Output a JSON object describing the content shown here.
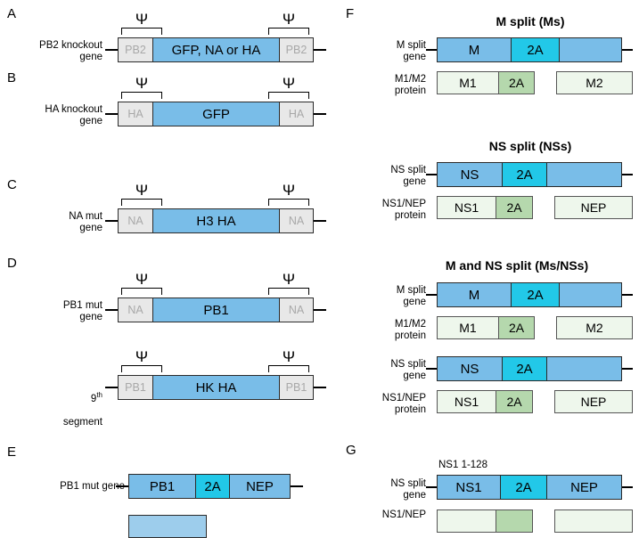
{
  "figure": {
    "type": "schematic-diagram",
    "subject": "Influenza virus engineered gene constructs",
    "panels": [
      "A",
      "B",
      "C",
      "D",
      "E",
      "F",
      "G"
    ]
  },
  "symbols": {
    "psi": "Ψ",
    "psi_name": "packaging-signal"
  },
  "colors": {
    "gene_body_blue": "#79bde8",
    "utr_grey": "#e8e8e8",
    "utr_text_grey": "#a8a8a8",
    "twoa_cyan": "#22c8e8",
    "protein_pale_green": "#eef7ec",
    "protein_twoa_green": "#b5d8ad",
    "outline": "#2b2b2b",
    "background": "#ffffff"
  },
  "panelA": {
    "letter": "A",
    "row_label": "PB2 knockout\ngene",
    "segments": [
      {
        "label": "PB2",
        "kind": "utr"
      },
      {
        "label": "GFP, NA or HA",
        "kind": "body"
      },
      {
        "label": "PB2",
        "kind": "utr"
      }
    ],
    "psi_left": "Ψ",
    "psi_right": "Ψ"
  },
  "panelB": {
    "letter": "B",
    "row_label": "HA knockout\ngene",
    "segments": [
      {
        "label": "HA",
        "kind": "utr"
      },
      {
        "label": "GFP",
        "kind": "body"
      },
      {
        "label": "HA",
        "kind": "utr"
      }
    ],
    "psi_left": "Ψ",
    "psi_right": "Ψ"
  },
  "panelC": {
    "letter": "C",
    "row_label": "NA mut\ngene",
    "segments": [
      {
        "label": "NA",
        "kind": "utr"
      },
      {
        "label": "H3 HA",
        "kind": "body"
      },
      {
        "label": "NA",
        "kind": "utr"
      }
    ],
    "psi_left": "Ψ",
    "psi_right": "Ψ"
  },
  "panelD": {
    "letter": "D",
    "row1": {
      "row_label": "PB1 mut\ngene",
      "segments": [
        {
          "label": "NA",
          "kind": "utr"
        },
        {
          "label": "PB1",
          "kind": "body"
        },
        {
          "label": "NA",
          "kind": "utr"
        }
      ],
      "psi_left": "Ψ",
      "psi_right": "Ψ"
    },
    "row2": {
      "row_label_sup": "9",
      "row_label_sup_suffix": "th",
      "row_label_rest": "segment",
      "segments": [
        {
          "label": "PB1",
          "kind": "utr"
        },
        {
          "label": "HK HA",
          "kind": "body"
        },
        {
          "label": "PB1",
          "kind": "utr"
        }
      ],
      "psi_left": "Ψ",
      "psi_right": "Ψ"
    }
  },
  "panelE": {
    "letter": "E",
    "row1": {
      "row_label": "PB1 mut gene",
      "segments": [
        {
          "label": "PB1",
          "kind": "body"
        },
        {
          "label": "2A",
          "kind": "twoa"
        },
        {
          "label": "NEP",
          "kind": "body"
        }
      ]
    },
    "row2_clipped": true
  },
  "panelF": {
    "letter": "F",
    "blocks": [
      {
        "title": "M split (Ms)",
        "gene": {
          "row_label": "M split\ngene",
          "segments": [
            {
              "label": "M",
              "kind": "body"
            },
            {
              "label": "2A",
              "kind": "twoa"
            },
            {
              "label": "",
              "kind": "body"
            }
          ]
        },
        "protein": {
          "row_label": "M1/M2\nprotein",
          "left": [
            {
              "label": "M1",
              "kind": "plain"
            },
            {
              "label": "2A",
              "kind": "twoa"
            }
          ],
          "right": [
            {
              "label": "M2",
              "kind": "plain"
            }
          ]
        }
      },
      {
        "title": "NS split (NSs)",
        "gene": {
          "row_label": "NS split\ngene",
          "segments": [
            {
              "label": "NS",
              "kind": "body"
            },
            {
              "label": "2A",
              "kind": "twoa"
            },
            {
              "label": "",
              "kind": "body"
            }
          ]
        },
        "protein": {
          "row_label": "NS1/NEP\nprotein",
          "left": [
            {
              "label": "NS1",
              "kind": "plain"
            },
            {
              "label": "2A",
              "kind": "twoa"
            }
          ],
          "right": [
            {
              "label": "NEP",
              "kind": "plain"
            }
          ]
        }
      },
      {
        "title": "M and NS split (Ms/NSs)",
        "gene": {
          "row_label": "M split\ngene",
          "segments": [
            {
              "label": "M",
              "kind": "body"
            },
            {
              "label": "2A",
              "kind": "twoa"
            },
            {
              "label": "",
              "kind": "body"
            }
          ]
        },
        "protein": {
          "row_label": "M1/M2\nprotein",
          "left": [
            {
              "label": "M1",
              "kind": "plain"
            },
            {
              "label": "2A",
              "kind": "twoa"
            }
          ],
          "right": [
            {
              "label": "M2",
              "kind": "plain"
            }
          ]
        },
        "gene2": {
          "row_label": "NS split\ngene",
          "segments": [
            {
              "label": "NS",
              "kind": "body"
            },
            {
              "label": "2A",
              "kind": "twoa"
            },
            {
              "label": "",
              "kind": "body"
            }
          ]
        },
        "protein2": {
          "row_label": "NS1/NEP\nprotein",
          "left": [
            {
              "label": "NS1",
              "kind": "plain"
            },
            {
              "label": "2A",
              "kind": "twoa"
            }
          ],
          "right": [
            {
              "label": "NEP",
              "kind": "plain"
            }
          ]
        }
      }
    ]
  },
  "panelG": {
    "letter": "G",
    "annotation": "NS1 1-128",
    "gene": {
      "row_label": "NS split\ngene",
      "segments": [
        {
          "label": "NS1",
          "kind": "body"
        },
        {
          "label": "2A",
          "kind": "twoa"
        },
        {
          "label": "NEP",
          "kind": "body"
        }
      ]
    },
    "protein": {
      "row_label": "NS1/NEP",
      "clipped": true
    }
  }
}
